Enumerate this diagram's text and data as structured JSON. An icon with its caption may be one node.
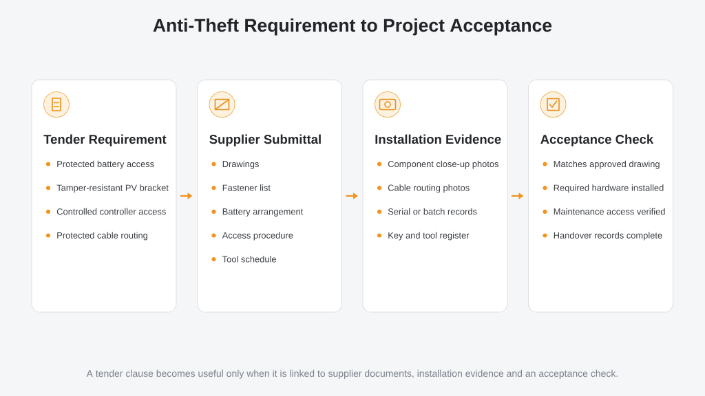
{
  "diagram": {
    "title": "Anti-Theft Requirement to Project Acceptance",
    "caption": "A tender clause becomes useful only when it is linked to supplier documents, installation evidence and an acceptance check.",
    "nodes": [
      {
        "text": [
          "Tender Requirement",
          "Protected battery access",
          "Tamper-resistant PV bracket",
          "Controlled controller access",
          "Protected cable routing"
        ]
      },
      {
        "text": [
          "Supplier Submittal",
          "Drawings",
          "Fastener list",
          "Battery arrangement",
          "Access procedure",
          "Tool schedule"
        ]
      },
      {
        "text": [
          "Installation Evidence",
          "Component close-up photos",
          "Cable routing photos",
          "Serial or batch records",
          "Key and tool register"
        ]
      },
      {
        "text": [
          "Acceptance Check",
          "Matches approved drawing",
          "Required hardware installed",
          "Maintenance access verified",
          "Handover records complete"
        ]
      }
    ],
    "edges": [
      {
        "from": 0,
        "to": 1,
        "arrow": "to"
      },
      {
        "from": 1,
        "to": 2,
        "arrow": "to"
      },
      {
        "from": 2,
        "to": 3,
        "arrow": "to"
      }
    ]
  }
}
